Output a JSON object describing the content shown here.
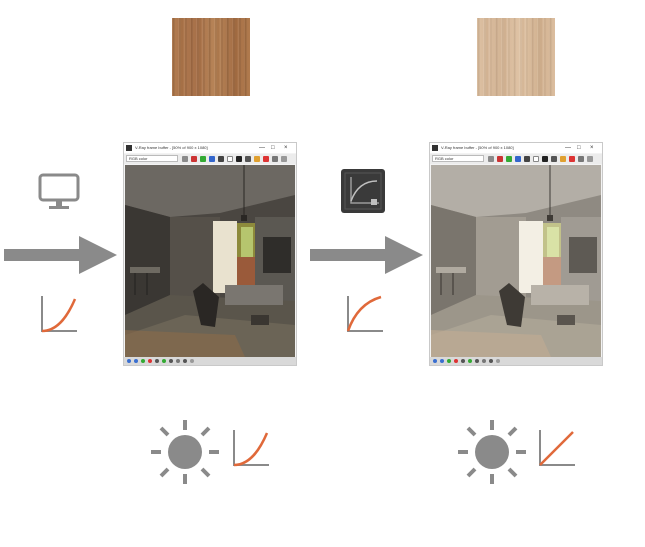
{
  "swatches": [
    {
      "name": "wood-dark",
      "color": "#ad774b"
    },
    {
      "name": "wood-light",
      "color": "#d8ba9b"
    }
  ],
  "framebuffer": {
    "title": "V-Ray frame buffer - [50% of 900 x 1080]",
    "channel": "RGB color",
    "minimize": "—",
    "maximize": "□",
    "close": "×"
  },
  "icons": {
    "monitor": "monitor-icon",
    "curve_gamma": "gamma-curve-icon",
    "curve_linear": "linear-curve-icon",
    "sun": "sun-icon",
    "curve_button": "curve-editor-icon"
  },
  "colors": {
    "arrow": "#8a8a8a",
    "curve": "#e0693a",
    "axis": "#8a8a8a",
    "sun": "#8a8a8a",
    "button_bg": "#3a3a3a"
  }
}
